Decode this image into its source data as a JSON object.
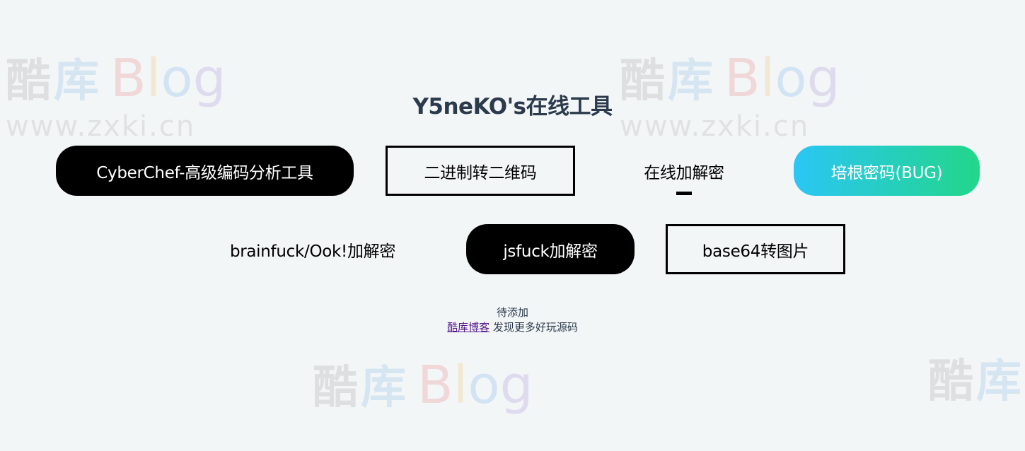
{
  "watermark": {
    "cn1": "酷",
    "cn2": "库",
    "blog_b": "B",
    "blog_l": "l",
    "blog_o": "o",
    "blog_g": "g",
    "url": "www.zxki.cn"
  },
  "page": {
    "title": "Y5neKO's在线工具"
  },
  "tools": {
    "cyberchef": "CyberChef-高级编码分析工具",
    "bin2qr": "二进制转二维码",
    "online_crypto": "在线加解密",
    "bacon": "培根密码(BUG)",
    "brainfuck": "brainfuck/Ook!加解密",
    "jsfuck": "jsfuck加解密",
    "base64img": "base64转图片"
  },
  "footer": {
    "pending": "待添加",
    "link_text": "酷库博客",
    "suffix": " 发现更多好玩源码"
  },
  "colors": {
    "background": "#f3f6f7",
    "title": "#2b3a4c",
    "gradient_start": "#2bc6f5",
    "gradient_end": "#22d68a",
    "link_visited": "#551a8b"
  }
}
